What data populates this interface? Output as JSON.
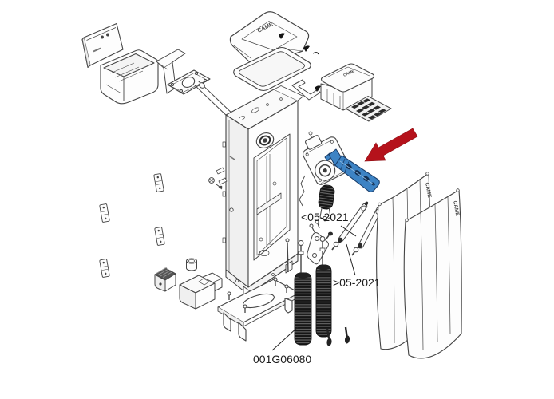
{
  "diagram": {
    "kind": "exploded-parts-diagram",
    "background_color": "#ffffff",
    "line_color": "#444444",
    "brand": "CAME",
    "labels": {
      "variant_old": "<05-2021",
      "variant_new": ">05-2021",
      "part_code": "001G06080"
    },
    "highlight": {
      "part_color": "#3d83c4",
      "part_edge_color": "#173a66",
      "arrow_color": "#b5121b"
    }
  }
}
